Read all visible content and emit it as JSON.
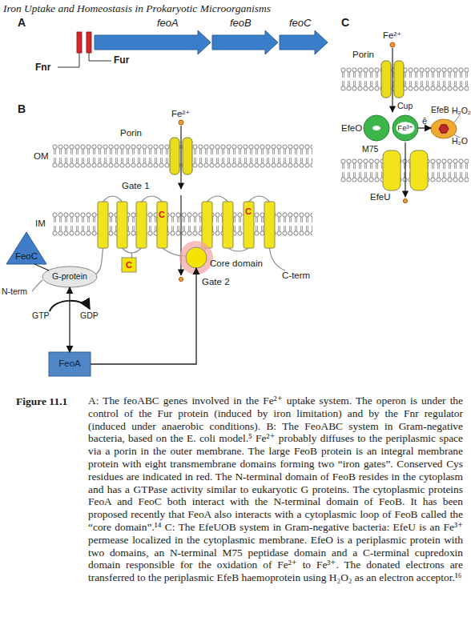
{
  "diagram": {
    "caption": "A: The feoABC genes involved in the Fe²⁺ uptake system. The operon is under the control of the Fur protein (induced by iron limitation) and by the Fnr regulator (induced under anaerobic conditions). B: The FeoABC system in Gram-negative bacteria, based on the E. coli model.⁵ Fe²⁺ probably diffuses to the periplasmic space via a porin in the outer membrane. The large FeoB protein is an integral membrane protein with eight transmembrane domains forming two “iron gates”. Conserved Cys residues are indicated in red. The N-terminal domain of FeoB resides in the cytoplasm and has a GTPase activity similar to eukaryotic G proteins. The cytoplasmic proteins FeoA and FeoC both interact with the N-terminal domain of FeoB. It has been proposed recently that FeoA also interacts with a cytoplasmic loop of FeoB called the “core domain”.¹⁴ C: The EfeUOB system in Gram-negative bacteria: EfeU is an Fe³⁺ permease localized in the cytoplasmic membrane. EfeO is a periplasmic protein with two domains, an N-terminal M75 peptidase domain and a C-terminal cupredoxin domain responsible for the oxidation of Fe²⁺ to Fe³⁺. The donated electrons are transferred to the periplasmic EfeB haemoprotein using H₂O₂ as an electron acceptor.¹⁶",
    "nodes": [
      {
        "text": [
          "feoA"
        ]
      },
      {
        "text": [
          "feoB"
        ]
      },
      {
        "text": [
          "feoC"
        ]
      },
      {
        "text": [
          "FeoC"
        ]
      },
      {
        "text": [
          "G-protein"
        ]
      },
      {
        "text": [
          "C"
        ]
      },
      {
        "text": [
          "Core domain"
        ]
      },
      {
        "text": [
          "FeoA"
        ]
      },
      {
        "text": [
          "Fe³⁺"
        ]
      },
      {
        "text": [
          "EfeB"
        ]
      }
    ],
    "edges": [
      {
        "from": 3,
        "to": 4,
        "arrow": "none"
      },
      {
        "from": 4,
        "to": 7,
        "arrow": "both"
      },
      {
        "from": 7,
        "to": 6,
        "arrow": "to"
      },
      {
        "from": 8,
        "to": 9,
        "label": "ē",
        "arrow": "to"
      }
    ],
    "labels": [
      "Iron Uptake and Homeostasis in Prokaryotic Microorganisms",
      "A",
      "Fnr",
      "Fur",
      "C",
      "Fe²⁺",
      "Porin",
      "Cup",
      "H₂O₂",
      "EfeO",
      "H₂O",
      "M75",
      "EfeU",
      "B",
      "Fe²⁺",
      "Porin",
      "OM",
      "Gate 1",
      "IM",
      "C",
      "C",
      "N-term",
      "Gate 2",
      "C-term",
      "GTP",
      "GDP",
      "Figure 11.1"
    ]
  }
}
